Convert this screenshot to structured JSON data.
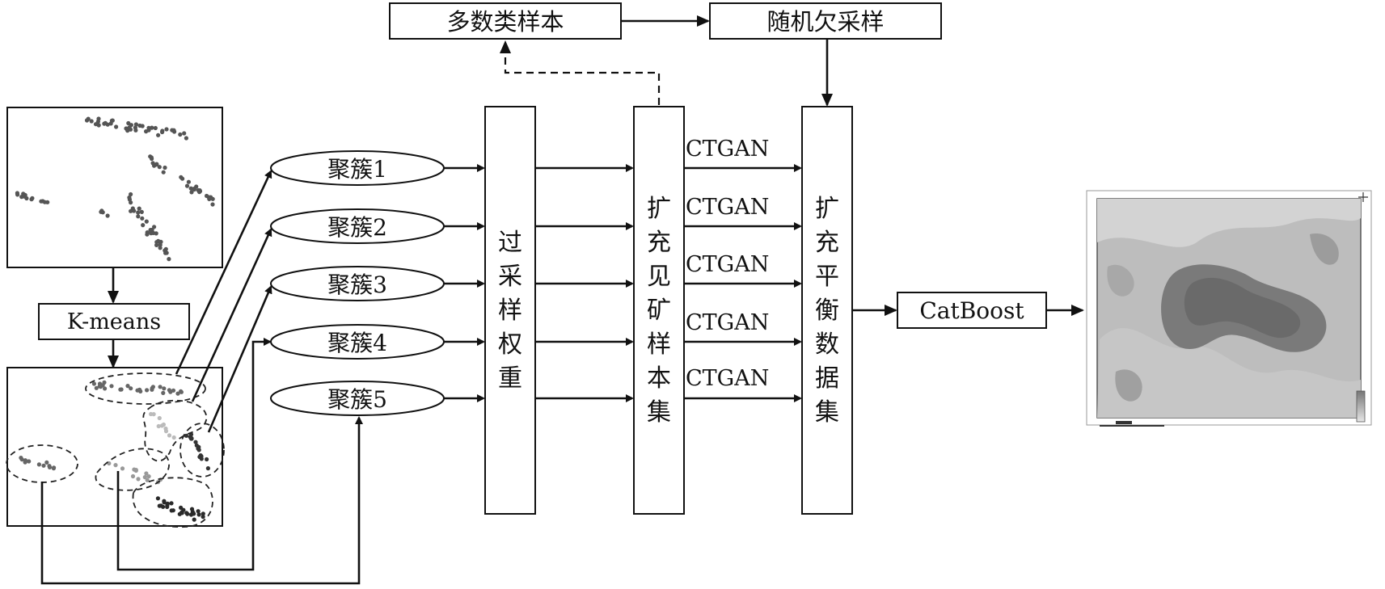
{
  "top": {
    "majority_samples": "多数类样本",
    "random_undersampling": "随机欠采样"
  },
  "kmeans_label": "K-means",
  "clusters": [
    "聚簇1",
    "聚簇2",
    "聚簇3",
    "聚簇4",
    "聚簇5"
  ],
  "columns": {
    "oversampling_weights": "过采样权重",
    "expanded_mineral_samples": "扩充见矿样本集",
    "expanded_balanced_data": "扩充平衡数据集"
  },
  "ctgan_labels": [
    "CTGAN",
    "CTGAN",
    "CTGAN",
    "CTGAN",
    "CTGAN"
  ],
  "model_label": "CatBoost",
  "colors": {
    "line": "#111111",
    "point_dark": "#555555",
    "map_high": "#6e6e6e",
    "map_low": "#c8c8c8"
  }
}
